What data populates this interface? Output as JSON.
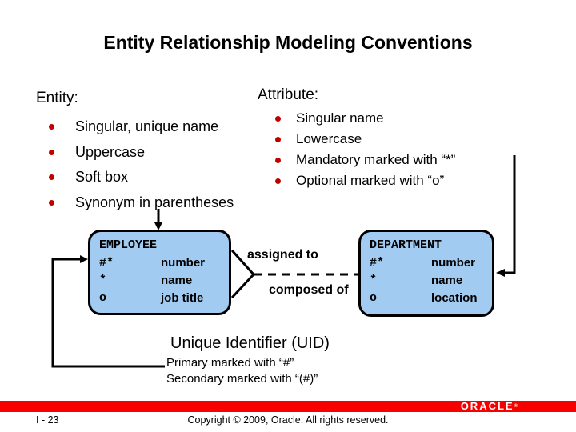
{
  "slide": {
    "title": "Entity Relationship Modeling Conventions"
  },
  "entity_block": {
    "heading": "Entity:",
    "items": [
      "Singular, unique name",
      "Uppercase",
      "Soft box",
      "Synonym in parentheses"
    ]
  },
  "attribute_block": {
    "heading": "Attribute:",
    "items": [
      "Singular name",
      "Lowercase",
      "Mandatory marked with “*”",
      "Optional marked with “o”"
    ]
  },
  "diagram": {
    "employee": {
      "name": "EMPLOYEE",
      "rows": [
        {
          "marker": "#*",
          "value": "number"
        },
        {
          "marker": "*",
          "value": "name"
        },
        {
          "marker": "o",
          "value": "job title"
        }
      ]
    },
    "department": {
      "name": "DEPARTMENT",
      "rows": [
        {
          "marker": "#*",
          "value": "number"
        },
        {
          "marker": "*",
          "value": "name"
        },
        {
          "marker": "o",
          "value": "location"
        }
      ]
    },
    "relationship": {
      "top_label": "assigned to",
      "bottom_label": "composed of"
    }
  },
  "uid_block": {
    "title": "Unique Identifier (UID)",
    "lines": [
      "Primary marked with “#”",
      "Secondary marked with “(#)”"
    ]
  },
  "footer": {
    "page_number": "I - 23",
    "copyright": "Copyright © 2009, Oracle. All rights reserved.",
    "logo": "ORACLE",
    "logo_mark": "®"
  },
  "colors": {
    "bullet": "#c00000",
    "entity_box_fill": "#a2cbf2",
    "entity_box_border": "#000000",
    "footer_bar": "#f80000",
    "text": "#000000"
  }
}
